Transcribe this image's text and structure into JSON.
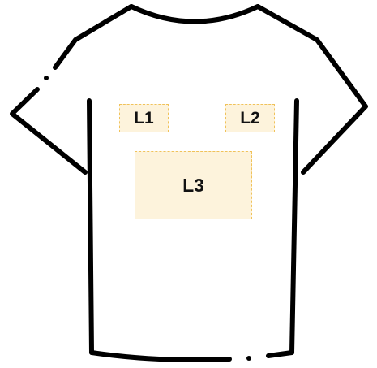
{
  "zones": [
    {
      "id": "L1",
      "label": "L1",
      "fill": "#fdf3dc"
    },
    {
      "id": "L2",
      "label": "L2",
      "fill": "#fdf3dc"
    },
    {
      "id": "L3",
      "label": "L3",
      "fill": "#fdf3dc"
    }
  ],
  "colors": {
    "outline": "#000000",
    "zone_fill": "#fdf3dc",
    "zone_border": "#f0c25a",
    "background": "#ffffff"
  },
  "icons": {
    "garment": "tshirt-outline-icon"
  }
}
